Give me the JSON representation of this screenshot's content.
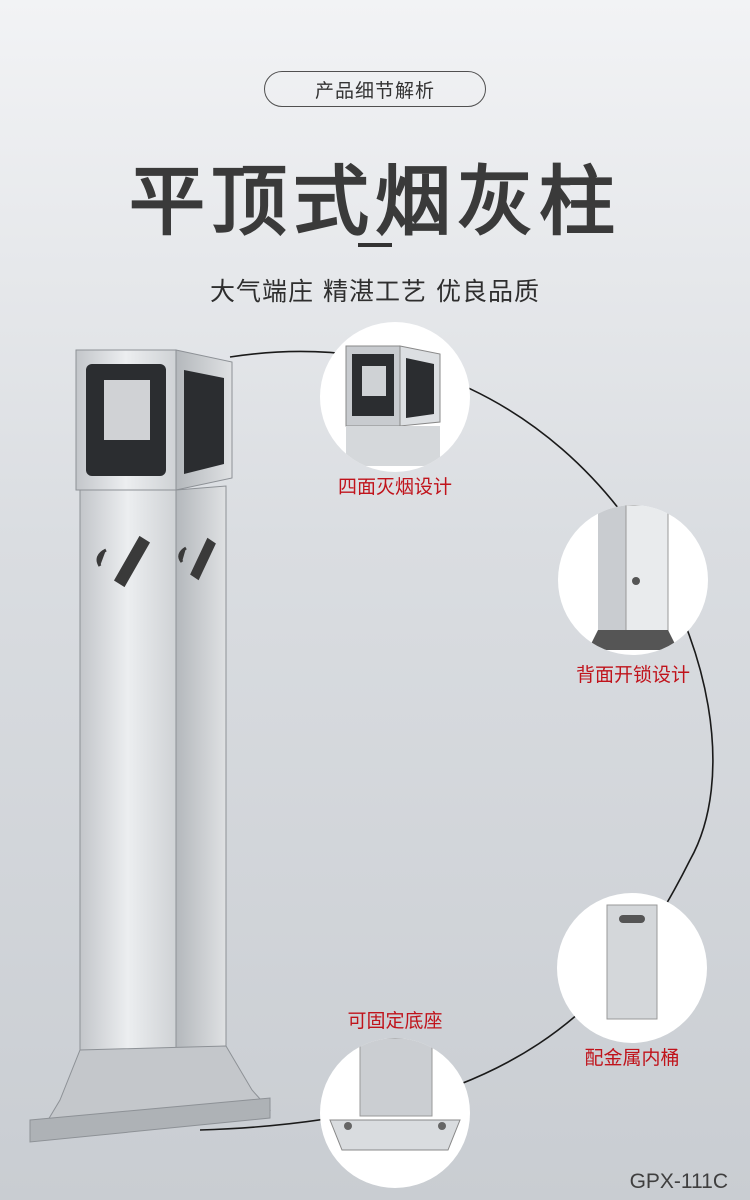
{
  "tag": "产品细节解析",
  "title": "平顶式烟灰柱",
  "subtitle": "大气端庄  精湛工艺  优良品质",
  "callouts": [
    {
      "label": "四面灭烟设计",
      "icon": "ashtray-top-detail"
    },
    {
      "label": "背面开锁设计",
      "icon": "lock-door-detail"
    },
    {
      "label": "配金属内桶",
      "icon": "inner-bucket-detail"
    },
    {
      "label": "可固定底座",
      "icon": "base-detail"
    }
  ],
  "model": "GPX-111C",
  "colors": {
    "accent_red": "#c0131b",
    "title": "#3a3a3a",
    "background": "#d9dce0"
  }
}
